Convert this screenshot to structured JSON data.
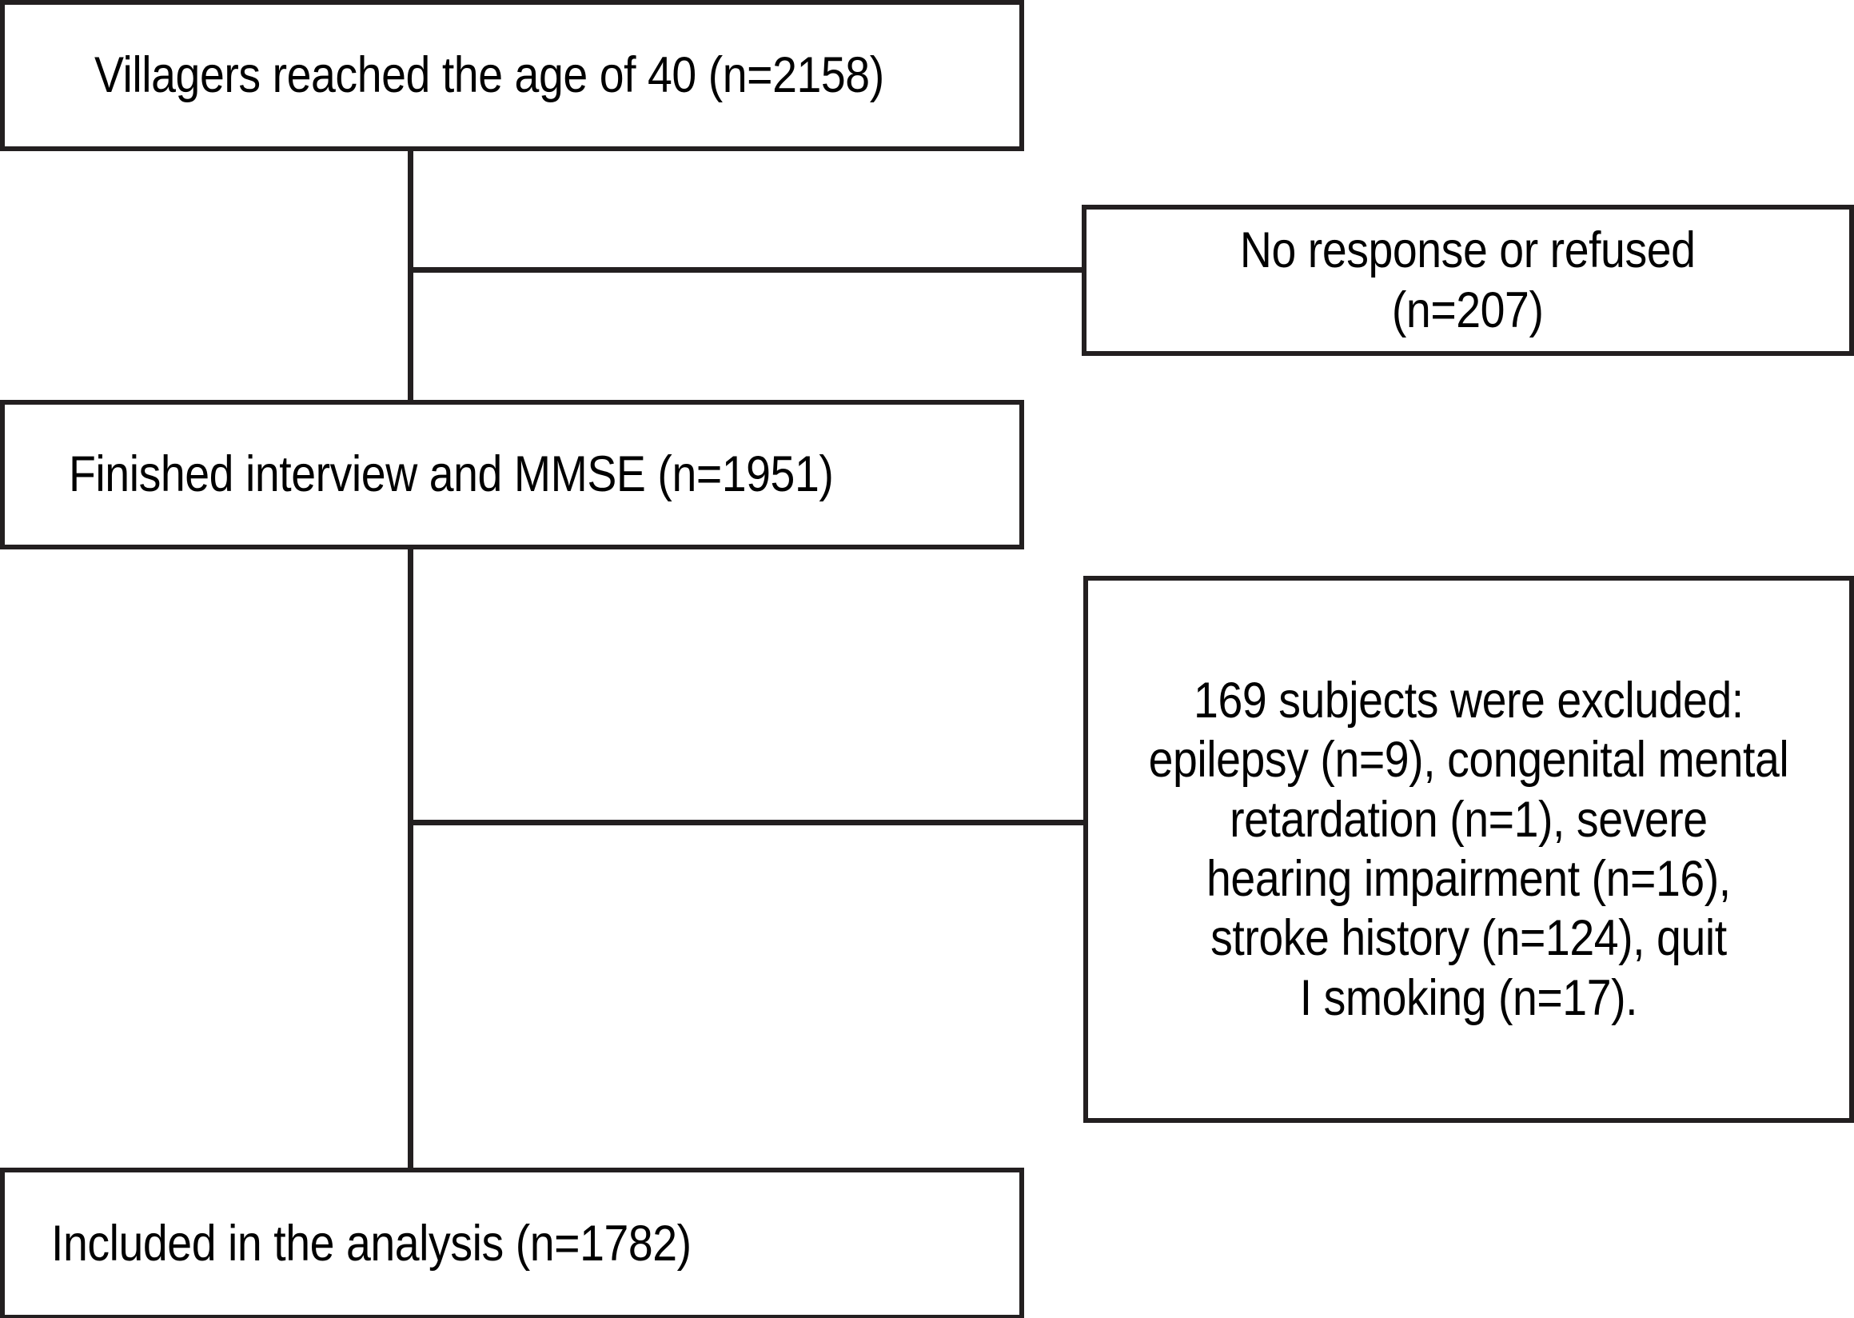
{
  "diagram": {
    "type": "flowchart",
    "title": "Study participant flow diagram",
    "colors": {
      "stroke": "#231f20",
      "fill": "#ffffff",
      "text": "#000000"
    },
    "nodes": {
      "enrolled": {
        "label": "Villagers reached the age of 40 (n=2158)",
        "count": 2158
      },
      "no_response": {
        "line1": "No response or refused",
        "line2": "(n=207)",
        "count": 207
      },
      "finished": {
        "label": "Finished interview and MMSE (n=1951)",
        "count": 1951
      },
      "excluded": {
        "line1": "169 subjects were excluded:",
        "line2": "epilepsy (n=9), congenital mental",
        "line3": "retardation (n=1), severe",
        "line4": "hearing impairment (n=16),",
        "line5": "stroke history (n=124), quit",
        "line6": "I smoking (n=17).",
        "total_excluded": 169,
        "reasons": [
          {
            "reason": "epilepsy",
            "n": 9
          },
          {
            "reason": "congenital mental retardation",
            "n": 1
          },
          {
            "reason": "severe hearing impairment",
            "n": 16
          },
          {
            "reason": "stroke history",
            "n": 124
          },
          {
            "reason": "quit smoking",
            "n": 17
          }
        ]
      },
      "included": {
        "label": "Included in the analysis (n=1782)",
        "count": 1782
      }
    },
    "edges": [
      {
        "from": "enrolled",
        "to": "no_response",
        "kind": "exclusion-branch"
      },
      {
        "from": "enrolled",
        "to": "finished",
        "kind": "main-flow"
      },
      {
        "from": "finished",
        "to": "excluded",
        "kind": "exclusion-branch"
      },
      {
        "from": "finished",
        "to": "included",
        "kind": "main-flow"
      }
    ]
  }
}
